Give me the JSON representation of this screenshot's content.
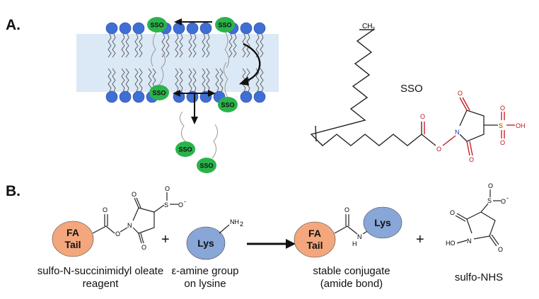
{
  "panels": {
    "a_label": "A.",
    "b_label": "B."
  },
  "membrane": {
    "sso_label": "SSO"
  },
  "structure": {
    "name": "SSO",
    "ch3": "CH",
    "ch3_sub": "3",
    "oxygen": "O",
    "sulfur": "S",
    "oh": "OH",
    "nitrogen": "N"
  },
  "reaction": {
    "fa_line1": "FA",
    "fa_line2": "Tail",
    "lys": "Lys",
    "amine": "NH",
    "amine_sub": "2",
    "nh": "N",
    "nh_h": "H",
    "ho": "HO",
    "minus": "-",
    "plus1": "+",
    "plus2": "+",
    "caption1_line1": "sulfo-N-succinimidyl oleate",
    "caption1_line2": "reagent",
    "caption2_line1": "ε-amine group",
    "caption2_line2": "on lysine",
    "caption3_line1": "stable conjugate",
    "caption3_line2": "(amide bond)",
    "caption4": "sulfo-NHS"
  },
  "colors": {
    "membrane": "#dbe8f6",
    "lipid_head": "#3f6fd4",
    "sso_head": "#2ab34a",
    "fa_blob": "#f4a77c",
    "lys_blob": "#89a6d8",
    "oxygen_red": "#c0121b",
    "bond": "#222222"
  }
}
